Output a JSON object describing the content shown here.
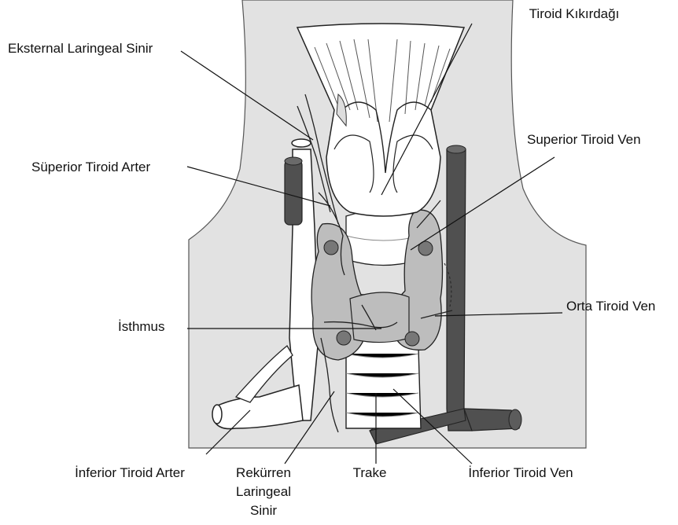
{
  "labels": {
    "tiroid_kikirdagi": "Tiroid Kıkırdağı",
    "eksternal_laringeal_sinir": "Eksternal Laringeal Sinir",
    "superior_tiroid_ven": "Superior Tiroid Ven",
    "superior_tiroid_arter": "Süperior Tiroid Arter",
    "isthmus": "İsthmus",
    "orta_tiroid_ven": "Orta Tiroid Ven",
    "inferior_tiroid_arter": "İnferior Tiroid Arter",
    "rekurren_laringeal_sinir": [
      "Rekürren",
      "Laringeal",
      "Sinir"
    ],
    "trake": "Trake",
    "inferior_tiroid_ven": "İnferior Tiroid Ven"
  },
  "colors": {
    "background": "#ffffff",
    "neck_fill": "#e2e2e2",
    "tissue_fill": "#bdbdbd",
    "vein_fill": "#505050",
    "outline": "#222222",
    "cartilage_fill": "#ffffff"
  }
}
